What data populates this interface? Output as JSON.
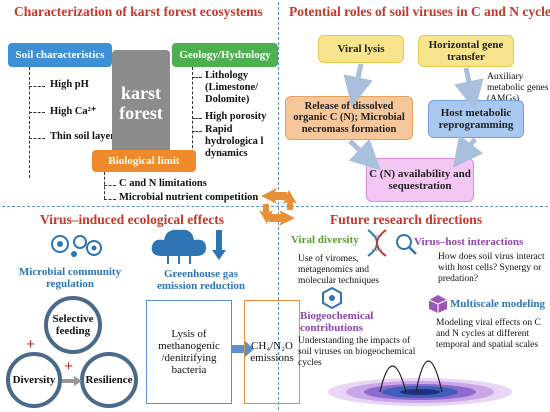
{
  "q1": {
    "title": "Characterization of karst forest ecosystems",
    "soil_box": "Soil characteristics",
    "soil_items": [
      "High pH",
      "High Ca²⁺",
      "Thin soil layers"
    ],
    "karst_label": "karst forest",
    "geo_box": "Geology/Hydrology",
    "geo_items": [
      "Lithology (Limestone/ Dolomite)",
      "High porosity",
      "Rapid hydrologica l dynamics"
    ],
    "bio_box": "Biological limit",
    "bio_items": [
      "C and N limitations",
      "Microbial nutrient competition"
    ]
  },
  "q2": {
    "title": "Potential roles of soil viruses in C and N cycles",
    "viral_lysis": "Viral lysis",
    "hgt": "Horizontal gene transfer",
    "amg": "Auxiliary metabolic genes (AMGs)",
    "release": "Release of dissolved organic C (N); Microbial necromass formation",
    "host": "Host metabolic reprogramming",
    "cn": "C (N) availability and sequestration"
  },
  "q3": {
    "title": "Virus–induced ecological effects",
    "mcr": "Microbial community regulation",
    "selective": "Selective feeding",
    "diversity": "Diversity",
    "resilience": "Resilience",
    "plus1": "+",
    "plus2": "+",
    "ghg": "Greenhouse gas emission reduction",
    "lysis": "Lysis of methanogenic /denitrifying bacteria",
    "emissions": "CH₄/N₂O emissions"
  },
  "q4": {
    "title": "Future research directions",
    "vd_title": "Viral diversity",
    "vd_text": "Use of viromes, metagenomics and molecular techniques",
    "vh_title": "Virus–host interactions",
    "vh_text": "How does soil virus interact with host cells? Synergy or predation?",
    "bc_title": "Biogeochemical contributions",
    "bc_text": "Understanding the impacts of soil viruses on biogeochemical cycles",
    "mm_title": "Multiscale modeling",
    "mm_text": "Modeling viral effects on C and N cycles at different temporal and spatial scales"
  },
  "colors": {
    "title_red": "#c0392b",
    "soil_blue": "#3d8fd6",
    "geo_green": "#4caf50",
    "bio_orange": "#ef8a2a",
    "karst_gray": "#8c8c8c",
    "viral_yellow": "#f7e48c",
    "release_orange": "#f6c79a",
    "host_blue": "#a9c8f0",
    "cn_pink": "#f4c6f4",
    "green_text": "#5a9e2f",
    "purple_text": "#8e44ad",
    "blue_text": "#2e75b6"
  }
}
